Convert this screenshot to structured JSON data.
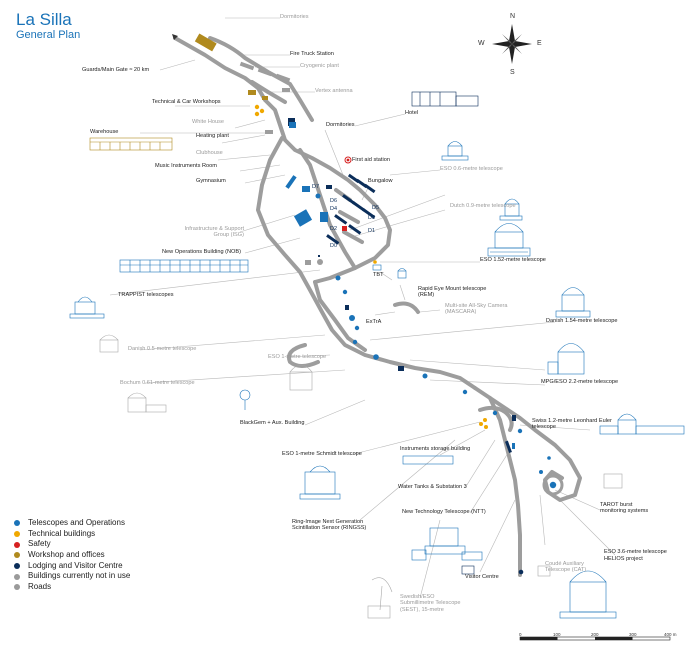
{
  "header": {
    "title": "La Silla",
    "subtitle": "General Plan"
  },
  "compass": {
    "n": "N",
    "s": "S",
    "e": "E",
    "w": "W"
  },
  "colors": {
    "telescopes": "#1a73b8",
    "technical": "#f0a800",
    "safety": "#d62020",
    "workshop": "#b08a1e",
    "lodging": "#0b2e5a",
    "unused": "#9a9a9a",
    "roads": "#9a9a9a"
  },
  "labels": {
    "dormitories_top": "Dormitories",
    "fire_truck": "Fire Truck Station",
    "guards_gate": "Guards/Main Gate ≈ 20 km",
    "cryogenic": "Cryogenic plant",
    "technical_car": "Technical & Car Workshops",
    "vertex": "Vertex antenna",
    "warehouse": "Warehouse",
    "white_house": "White House",
    "heating": "Heating plant",
    "hotel": "Hotel",
    "dormitories": "Dormitories",
    "clubhouse": "Clubhouse",
    "music_room": "Music Instruments Room",
    "first_aid": "First aid station",
    "gymnasium": "Gymnasium",
    "eso_06": "ESO 0.6-metre telescope",
    "bungalow": "Bungalow",
    "dutch": "Dutch 0.9-metre telescope",
    "infrastructure": "Infrastructure & Support Group (ISG)",
    "nob": "New Operations Building (NOB)",
    "eso_152": "ESO 1.52-metre telescope",
    "tbt": "TBT",
    "trappist": "TRAPPIST telescopes",
    "rem": "Rapid Eye Mount telescope (REM)",
    "mascara": "Multi-site All-Sky Camera (MASCARA)",
    "exta": "ExTrA",
    "danish_154": "Danish 1.54-metre telescope",
    "danish_05": "Danish 0.5-metre telescope",
    "eso_1m": "ESO 1-metre telescope",
    "mpg": "MPG/ESO 2.2-metre telescope",
    "bochum": "Bochum 0.61-metre telescope",
    "blackgem": "BlackGem + Aux. Building",
    "swiss": "Swiss 1.2-metre Leonhard Euler telescope",
    "schmidt": "ESO 1-metre Schmidt telescope",
    "instruments": "Instruments storage building",
    "water_tanks": "Water Tanks & Substation 3",
    "ringss": "Ring-Image Next Generation Scintillation Sensor (RINGSS)",
    "ntt": "New Technology Telescope (NTT)",
    "tarot": "TAROT burst monitoring systems",
    "eso_36": "ESO 3.6-metre telescope",
    "helios": "HELIOS project",
    "visitor": "Visitor Centre",
    "coude": "Coudé Auxiliary Telescope (CAT)",
    "sest": "Swedish/ESO Submillimetre Telescope (SEST), 15-metre"
  },
  "building_codes": [
    "D7",
    "D6",
    "D5",
    "D4",
    "D3",
    "D2",
    "D1",
    "D0"
  ],
  "legend": [
    {
      "label": "Telescopes and Operations",
      "color": "#1a73b8"
    },
    {
      "label": "Technical buildings",
      "color": "#f0a800"
    },
    {
      "label": "Safety",
      "color": "#d62020"
    },
    {
      "label": "Workshop and offices",
      "color": "#b08a1e"
    },
    {
      "label": "Lodging and Visitor Centre",
      "color": "#0b2e5a"
    },
    {
      "label": "Buildings currently not in use",
      "color": "#9a9a9a"
    },
    {
      "label": "Roads",
      "color": "#9a9a9a"
    }
  ],
  "scale": {
    "ticks": [
      "0",
      "100",
      "200",
      "300",
      "400 m"
    ]
  }
}
